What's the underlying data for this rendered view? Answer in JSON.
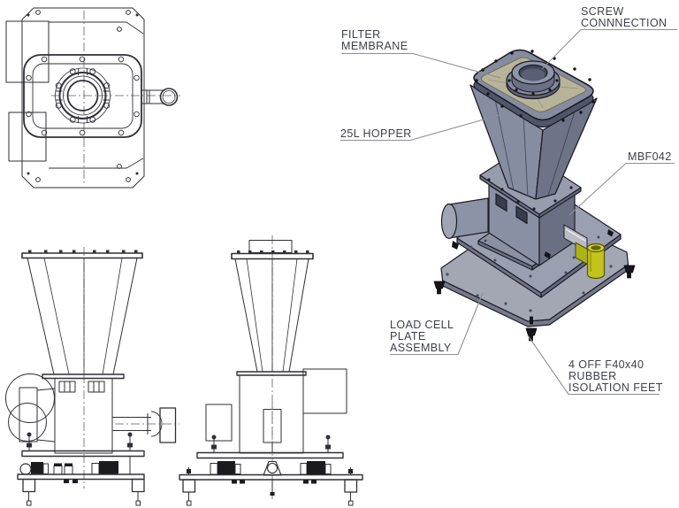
{
  "page": {
    "background": "#ffffff"
  },
  "callouts": {
    "filter_membrane": {
      "lines": [
        "FILTER",
        "MEMBRANE"
      ]
    },
    "screw_connection": {
      "lines": [
        "SCREW",
        "CONNNECTION"
      ]
    },
    "hopper_25l": {
      "lines": [
        "25L HOPPER"
      ]
    },
    "mbf042": {
      "lines": [
        "MBF042"
      ]
    },
    "load_cell_plate": {
      "lines": [
        "LOAD CELL",
        "PLATE",
        "ASSEMBLY"
      ]
    },
    "isolation_feet": {
      "lines": [
        "4 OFF F40x40",
        "RUBBER",
        "ISOLATION FEET"
      ]
    }
  },
  "colors": {
    "outline": "#2f2f36",
    "iso_outline": "#1d1d25",
    "leader": "#8f8f93",
    "label_text": "#3e4049",
    "face_light": "#9298ab",
    "face_mid": "#878da1",
    "face_dark": "#6e7388",
    "plate_top": "#a3a7b4",
    "plate_side": "#75798b",
    "membrane": "#b7b49a",
    "yellow": "#c2c31c",
    "yellow_light": "#d6d73f",
    "yellow_dark": "#55560a",
    "feet": "#15151b"
  }
}
